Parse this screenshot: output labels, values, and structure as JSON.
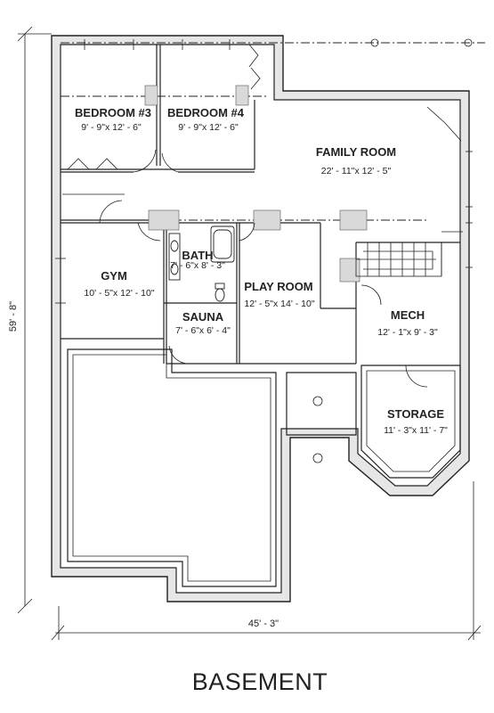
{
  "title": "BASEMENT",
  "dimensions": {
    "width": "45' - 3\"",
    "depth": "59' - 8\""
  },
  "rooms": {
    "bedroom3": {
      "name": "BEDROOM #3",
      "size": "9' - 9\"x 12' - 6\""
    },
    "bedroom4": {
      "name": "BEDROOM #4",
      "size": "9' - 9\"x 12' - 6\""
    },
    "family": {
      "name": "FAMILY ROOM",
      "size": "22' - 11\"x 12' - 5\""
    },
    "gym": {
      "name": "GYM",
      "size": "10' - 5\"x 12' - 10\""
    },
    "bath": {
      "name": "BATH",
      "size": "7' - 6\"x 8' - 3\""
    },
    "sauna": {
      "name": "SAUNA",
      "size": "7' - 6\"x 6' - 4\""
    },
    "play": {
      "name": "PLAY ROOM",
      "size": "12' - 5\"x 14' - 10\""
    },
    "mech": {
      "name": "MECH",
      "size": "12' - 1\"x 9' - 3\""
    },
    "storage": {
      "name": "STORAGE",
      "size": "11' - 3\"x 11' - 7\""
    }
  }
}
